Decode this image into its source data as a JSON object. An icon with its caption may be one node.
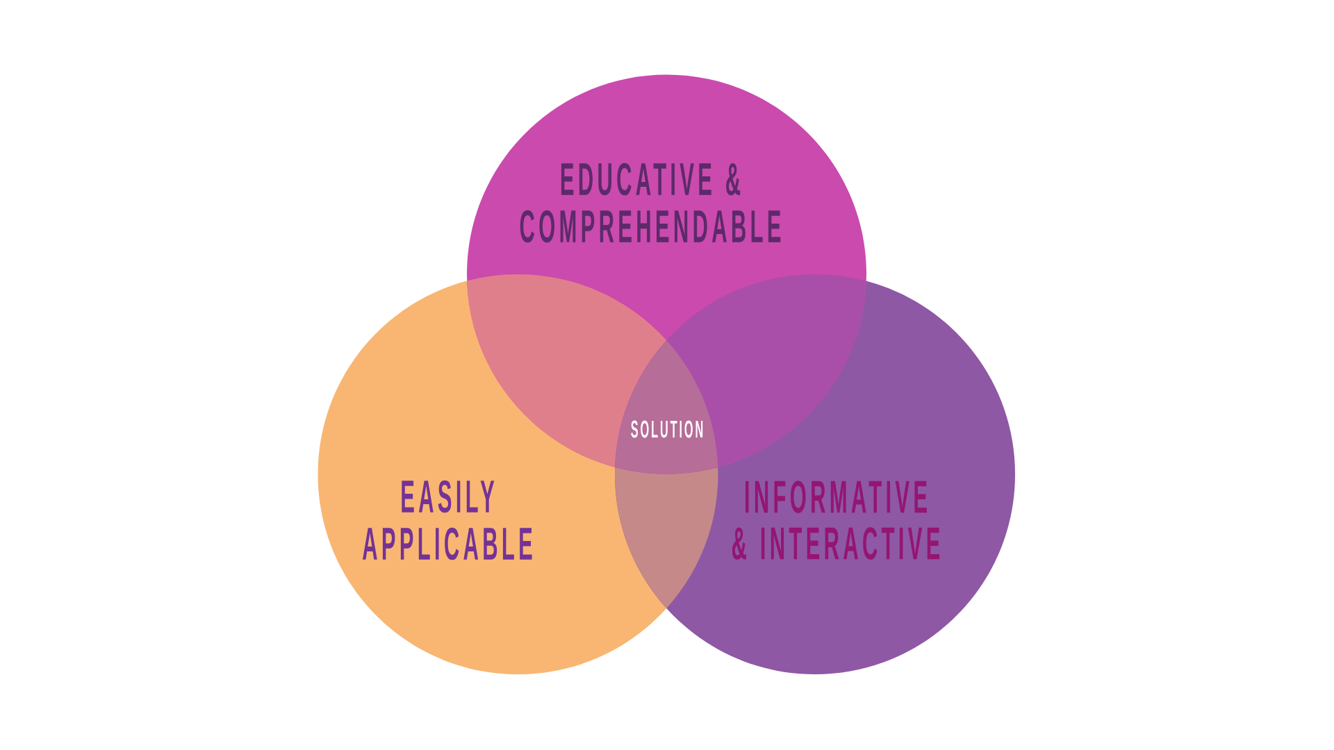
{
  "diagram": {
    "nodes": [
      {
        "text": [
          "EDUCATIVE & COMPREHENDABLE"
        ]
      },
      {
        "text": [
          "EASILY APPLICABLE"
        ]
      },
      {
        "text": [
          "INFORMATIVE & INTERACTIVE"
        ]
      }
    ],
    "labels": [
      "SOLUTION"
    ]
  }
}
